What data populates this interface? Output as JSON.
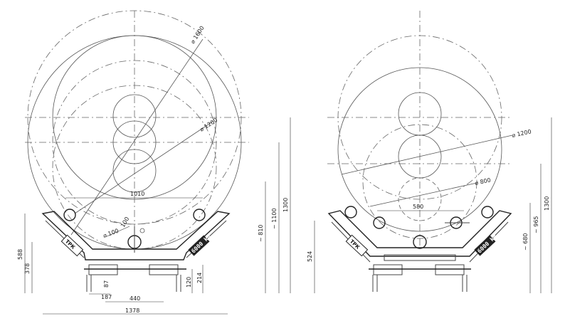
{
  "left_view": {
    "diameters": {
      "d1600": "⌀ 1600",
      "d1200": "⌀ 1200",
      "d100": "⌀ 100"
    },
    "dims": {
      "w1010": "1010",
      "h588": "588",
      "h378": "378",
      "h810": "~ 810",
      "h1100": "~ 1100",
      "h1300": "1300",
      "w187": "187",
      "w87": "87",
      "w440": "440",
      "w1378": "1378",
      "h120": "120",
      "h214": "214",
      "r100": "100"
    },
    "brand_left": "ТРК",
    "brand_right": "6000 kg"
  },
  "right_view": {
    "diameters": {
      "d1200": "⌀ 1200",
      "d800": "⌀ 800"
    },
    "dims": {
      "w580": "580",
      "h524": "524",
      "h680": "~ 680",
      "h965": "~ 965",
      "h1300": "1300"
    },
    "brand_left": "ТРК",
    "brand_right": "6000 kg"
  }
}
